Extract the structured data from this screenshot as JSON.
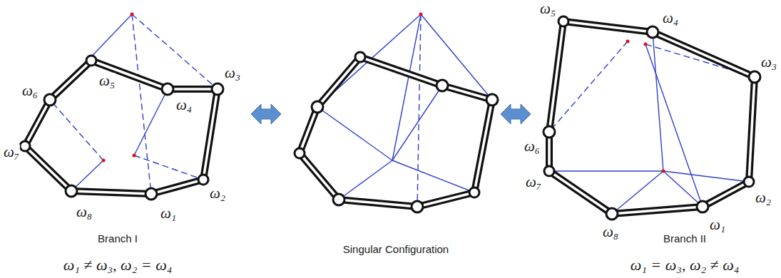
{
  "diagram": {
    "labels": [
      "ω₁",
      "ω₂",
      "ω₃",
      "ω₄",
      "ω₅",
      "ω₆",
      "ω₇",
      "ω₈",
      "ω₁",
      "ω₂",
      "ω₃",
      "ω₄",
      "ω₅",
      "ω₆",
      "ω₇",
      "ω₈",
      "Branch I",
      "ω₁ ≠ ω₃, ω₂ = ω₄",
      "Singular Configuration",
      "Branch II",
      "ω₁ = ω₃, ω₂ ≠ ω₄"
    ]
  }
}
